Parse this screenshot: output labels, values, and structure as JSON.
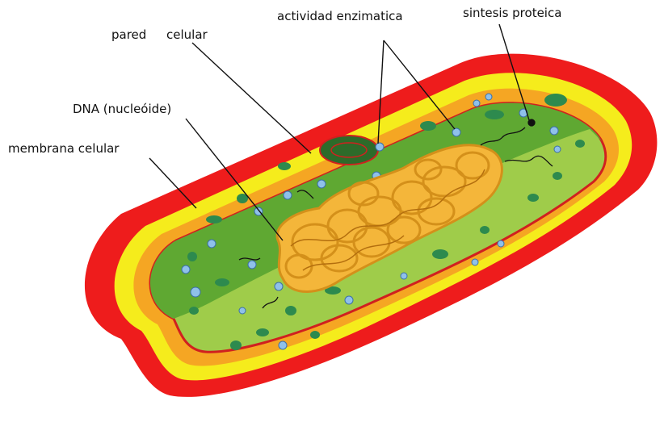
{
  "labels": {
    "pared": "pared",
    "celular": "celular",
    "actividad_enzimatica": "actividad enzimatica",
    "sintesis_proteica": "sintesis proteica",
    "dna": "DNA (nucleóide)",
    "membrana_celular": "membrana celular"
  },
  "colors": {
    "capsule": "#ee1c1c",
    "cell_wall": "#f5ec1c",
    "wall_inner": "#f5a623",
    "membrane": "#d0201f",
    "cytoplasm_top": "#5fa832",
    "cytoplasm_bottom": "#9fcc4a",
    "nucleoid": "#f4b63a",
    "nucleoid_outline": "#d4901a",
    "ribosome": "#8fc1ea",
    "inclusion": "#2d8a4e"
  }
}
